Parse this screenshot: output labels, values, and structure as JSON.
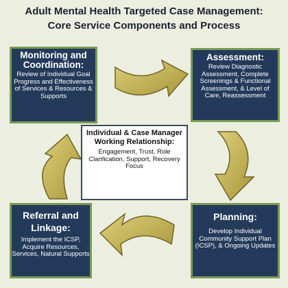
{
  "title": {
    "line1": "Adult Mental Health Targeted Case Management:",
    "line2": "Core Service Components and Process"
  },
  "colors": {
    "background": "#ecefe0",
    "box_fill": "#243a5a",
    "box_border": "#7b9a55",
    "arrow_fill": "#c9b54a",
    "arrow_stroke": "#6e6226"
  },
  "boxes": {
    "monitoring": {
      "heading": "Monitoring and Coordination:",
      "body": "Review of Individual Goal Progress and Effectiveness of Services & Resources & Supports"
    },
    "assessment": {
      "heading": "Assessment:",
      "body": "Review Diagnostic Assessment, Complete Screenings & Functional Assessment, & Level of Care, Reassessment"
    },
    "referral": {
      "heading": "Referral and Linkage:",
      "body": "Implement the ICSP, Acquire Resources, Services, Natural Supports"
    },
    "planning": {
      "heading": "Planning:",
      "body": "Develop Individual Community Support Plan (ICSP), & Ongoing Updates"
    }
  },
  "center": {
    "heading": "Individual & Case Manager Working Relationship:",
    "body": "Engagement, Trust, Role Clarification, Support, Recovery Focus"
  },
  "arrows": [
    {
      "id": "top",
      "icon": "curved-arrow-right-icon"
    },
    {
      "id": "right",
      "icon": "curved-arrow-down-icon"
    },
    {
      "id": "bottom",
      "icon": "curved-arrow-left-icon"
    },
    {
      "id": "left",
      "icon": "curved-arrow-up-icon"
    }
  ]
}
